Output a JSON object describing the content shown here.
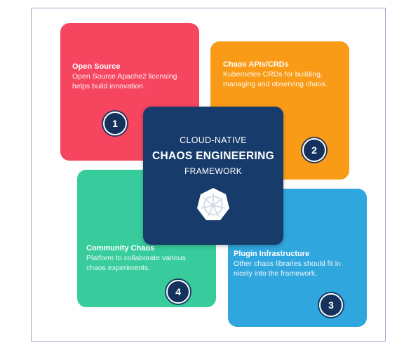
{
  "center": {
    "line1": "CLOUD-NATIVE",
    "line2": "CHAOS ENGINEERING",
    "line3": "FRAMEWORK",
    "logo_icon": "kubernetes-wheel-icon"
  },
  "cards": [
    {
      "number": "1",
      "title": "Open Source",
      "desc_line1": "Open Source Apache2 licensing",
      "desc_line2": "helps build innovation.",
      "color": "#f5455f"
    },
    {
      "number": "2",
      "title": "Chaos APIs/CRDs",
      "desc_line1": "Kubernetes CRDs for building,",
      "desc_line2": "managing and observing chaos.",
      "color": "#f99b17"
    },
    {
      "number": "3",
      "title": "Plugin Infrastructure",
      "desc_line1": "Other chaos libraries should fit in",
      "desc_line2": "nicely into the framework.",
      "color": "#30a6de"
    },
    {
      "number": "4",
      "title": "Community Chaos",
      "desc_line1": "Platform to collaborate various",
      "desc_line2": "chaos experiments.",
      "color": "#38cc9d"
    }
  ],
  "colors": {
    "center_bg": "#173c6c",
    "badge_bg": "#15325d",
    "frame_border": "#9aaccb"
  }
}
